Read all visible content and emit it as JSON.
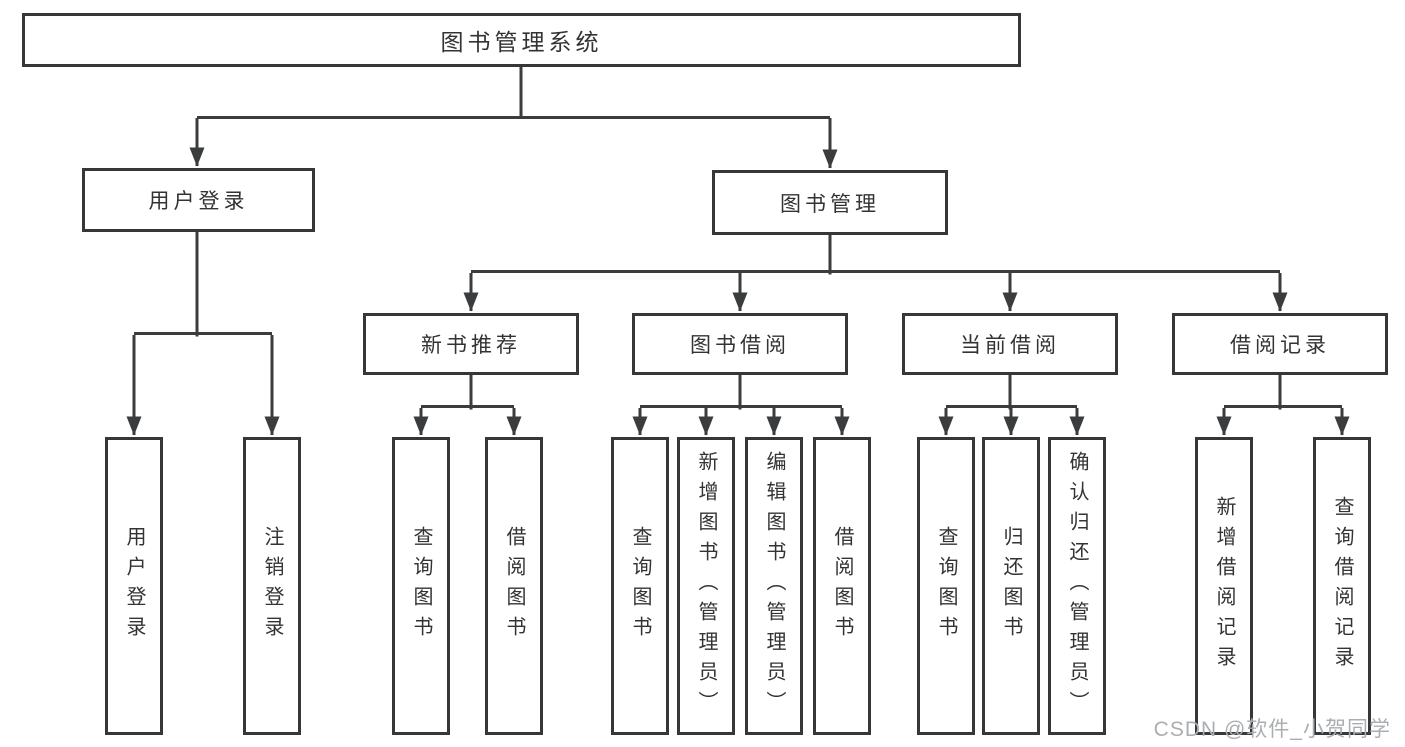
{
  "page": {
    "background": "#ffffff"
  },
  "colors": {
    "background": "#ffffff",
    "line": "#3a3c3e",
    "box-border": "#353739",
    "text": "#333333",
    "watermark": "#abaeb1"
  },
  "diagram": {
    "root": {
      "label": "图书管理系统",
      "children": [
        {
          "label": "用户登录",
          "children": [
            {
              "label": "用户登录"
            },
            {
              "label": "注销登录"
            }
          ]
        },
        {
          "label": "图书管理",
          "children": [
            {
              "label": "新书推荐",
              "children": [
                {
                  "label": "查询图书"
                },
                {
                  "label": "借阅图书"
                }
              ]
            },
            {
              "label": "图书借阅",
              "children": [
                {
                  "label": "查询图书"
                },
                {
                  "label": "新增图书（管理员）"
                },
                {
                  "label": "编辑图书（管理员）"
                },
                {
                  "label": "借阅图书"
                }
              ]
            },
            {
              "label": "当前借阅",
              "children": [
                {
                  "label": "查询图书"
                },
                {
                  "label": "归还图书"
                },
                {
                  "label": "确认归还（管理员）"
                }
              ]
            },
            {
              "label": "借阅记录",
              "children": [
                {
                  "label": "新增借阅记录"
                },
                {
                  "label": "查询借阅记录"
                }
              ]
            }
          ]
        }
      ]
    }
  },
  "watermark": {
    "text": "CSDN @软件_小贺同学"
  }
}
